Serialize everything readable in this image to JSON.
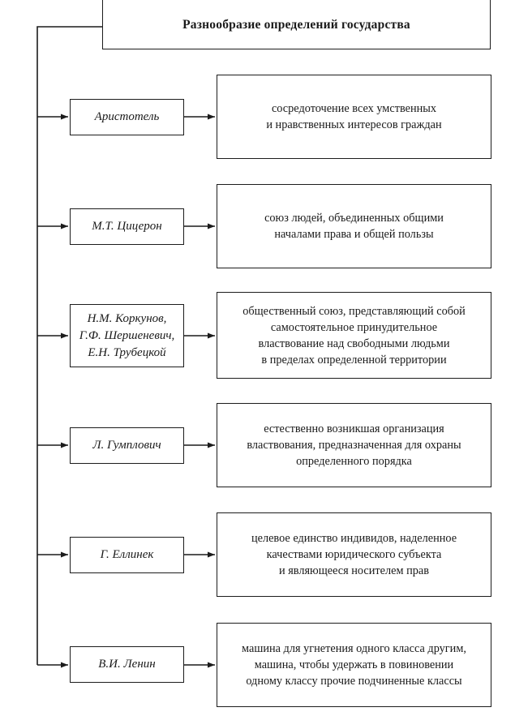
{
  "title": "Разнообразие определений государства",
  "rows": [
    {
      "author": "Аристотель",
      "definition": "сосредоточение всех умственных\nи нравственных интересов граждан"
    },
    {
      "author": "М.Т. Цицерон",
      "definition": "союз людей, объединенных общими\nначалами права и общей пользы"
    },
    {
      "author": "Н.М. Коркунов,\nГ.Ф. Шершеневич,\nЕ.Н. Трубецкой",
      "definition": "общественный союз, представляющий собой\nсамостоятельное принудительное\nвластвование над свободными людьми\nв пределах определенной территории"
    },
    {
      "author": "Л. Гумплович",
      "definition": "естественно возникшая организация\nвластвования, предназначенная для охраны\nопределенного порядка"
    },
    {
      "author": "Г. Еллинек",
      "definition": "целевое единство индивидов, наделенное\nкачествами юридического субъекта\nи являющееся носителем прав"
    },
    {
      "author": "В.И. Ленин",
      "definition": "машина для угнетения одного класса другим,\nмашина, чтобы удержать в повиновении\nодному классу прочие подчиненные классы"
    }
  ],
  "colors": {
    "line": "#1c1c1c",
    "text": "#1a1a1a",
    "background": "#ffffff"
  }
}
